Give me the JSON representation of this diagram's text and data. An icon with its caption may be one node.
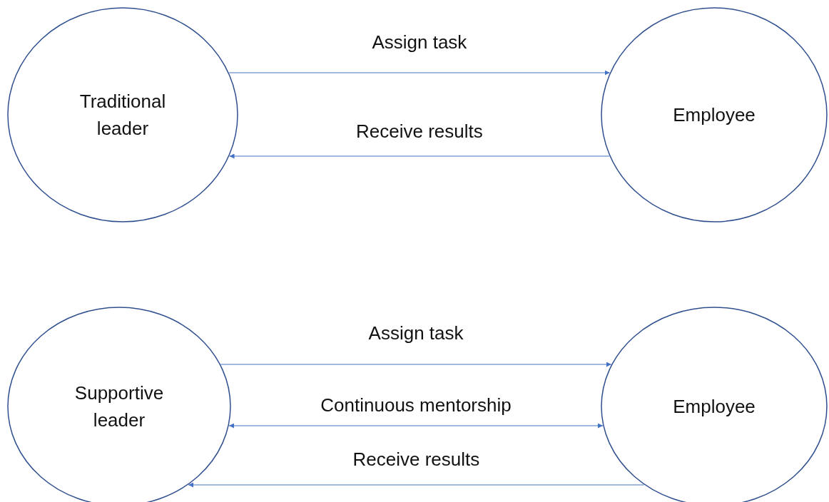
{
  "diagram": {
    "nodes": [
      {
        "text": [
          "Traditional leader"
        ]
      },
      {
        "text": [
          "Employee"
        ]
      },
      {
        "text": [
          "Supportive leader"
        ]
      },
      {
        "text": [
          "Employee"
        ]
      }
    ],
    "edges": [
      {
        "from": 0,
        "to": 1,
        "arrow": "to",
        "label": "Assign task"
      },
      {
        "from": 1,
        "to": 0,
        "arrow": "to",
        "label": "Receive results"
      },
      {
        "from": 2,
        "to": 3,
        "arrow": "to",
        "label": "Assign task"
      },
      {
        "from": 2,
        "to": 3,
        "arrow": "both",
        "label": "Continuous mentorship"
      },
      {
        "from": 3,
        "to": 2,
        "arrow": "to",
        "label": "Receive results"
      }
    ]
  }
}
